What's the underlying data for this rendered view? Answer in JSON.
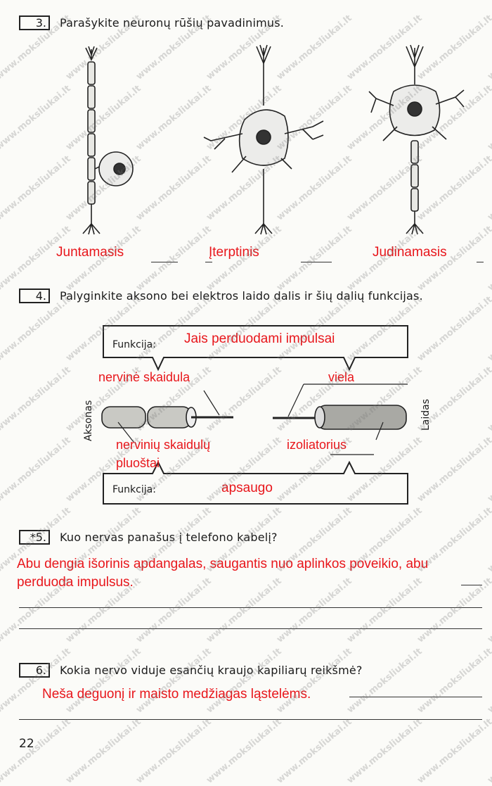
{
  "watermark": "www.moksliukai.lt",
  "q3": {
    "number": "3.",
    "text": "Parašykite neuronų rūšių pavadinimus.",
    "answers": [
      "Juntamasis",
      "Įterptinis",
      "Judinamasis"
    ]
  },
  "q4": {
    "number": "4.",
    "text": "Palyginkite aksono bei elektros laido dalis ir šių dalių funkcijas.",
    "function_label": "Funkcija:",
    "top_function_answer": "Jais perduodami impulsai",
    "bottom_function_answer": "apsaugo",
    "axon_label": "Aksonas",
    "cable_label": "Laidas",
    "nerve_fiber": "nervinė skaidula",
    "wire": "viela",
    "fiber_bundle_line1": "nervinių skaidulų",
    "fiber_bundle_line2": "pluoštai",
    "insulator": "izoliatorius"
  },
  "q5": {
    "number": "*5.",
    "text": "Kuo nervas panašus į telefono kabelį?",
    "answer_line1": "Abu dengia išorinis apdangalas, saugantis nuo aplinkos poveikio, abu",
    "answer_line2": "perduoda impulsus."
  },
  "q6": {
    "number": "6.",
    "text": "Kokia nervo viduje esančių kraujo kapiliarų reikšmė?",
    "answer": "Neša deguonį ir maisto medžiagas ląstelėms."
  },
  "page_number": "22"
}
